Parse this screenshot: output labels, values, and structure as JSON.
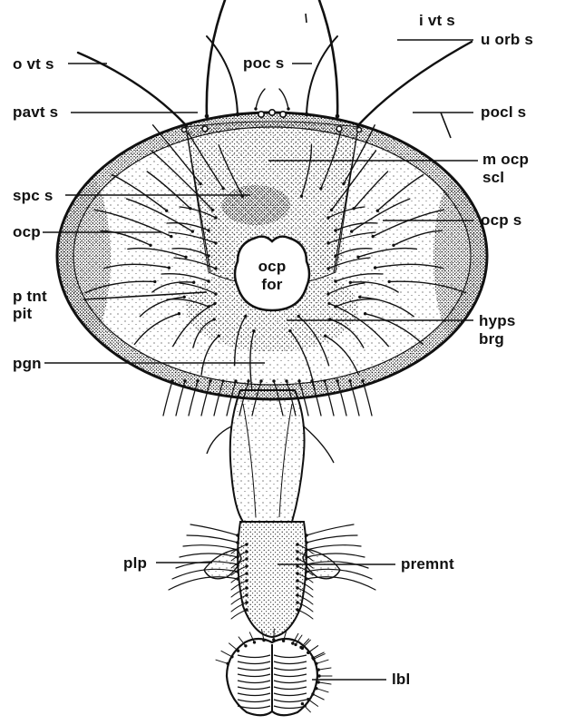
{
  "diagram": {
    "title": "",
    "labels": {
      "i_vt_s": "i vt s",
      "u_orb_s": "u orb s",
      "o_vt_s": "o vt s",
      "poc_s": "poc s",
      "pavt_s": "pavt s",
      "pocl_s": "pocl s",
      "m_ocp": "m ocp",
      "scl": "scl",
      "spc_s": "spc s",
      "ocp_s": "ocp s",
      "ocp": "ocp",
      "ocp_for_1": "ocp",
      "ocp_for_2": "for",
      "p_tnt": "p tnt",
      "pit": "pit",
      "hyps": "hyps",
      "brg": "brg",
      "pgn": "pgn",
      "plp": "plp",
      "premnt": "premnt",
      "lbl": "lbl"
    }
  },
  "colors": {
    "ink": "#111111",
    "background": "#ffffff",
    "stipple": "#222222"
  }
}
